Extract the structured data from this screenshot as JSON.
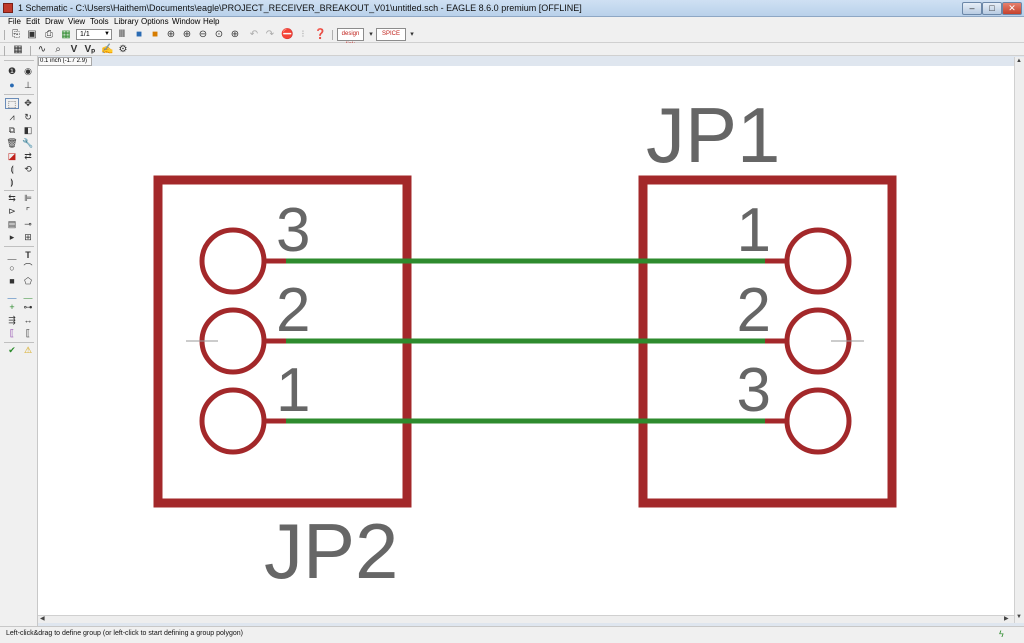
{
  "window": {
    "title": "1 Schematic - C:\\Users\\Haithem\\Documents\\eagle\\PROJECT_RECEIVER_BREAKOUT_V01\\untitled.sch - EAGLE 8.6.0 premium [OFFLINE]",
    "minimize_glyph": "–",
    "maximize_glyph": "□",
    "close_glyph": "✕"
  },
  "menu": [
    "File",
    "Edit",
    "Draw",
    "View",
    "Tools",
    "Library",
    "Options",
    "Window",
    "Help"
  ],
  "toolbar": {
    "sheet_combo": "1/1",
    "design_link_label": "design link",
    "vendor_label": "SPICE",
    "icons": [
      "open-icon",
      "save-icon",
      "print-icon",
      "board-icon",
      "sheet-icon",
      "cam-icon",
      "ulp-icon",
      "scr-icon",
      "zoom-fit-icon",
      "zoom-in-icon",
      "zoom-out-icon",
      "zoom-redraw-icon",
      "zoom-select-icon",
      "undo-icon",
      "redo-icon",
      "stop-icon",
      "go-icon",
      "help-icon"
    ]
  },
  "toolbar2": {
    "icons": [
      "grid-icon",
      "layer-icon",
      "info-icon",
      "value-icon",
      "pin-swap-icon",
      "gear-icon"
    ]
  },
  "coord_display": "0.1 inch (-1.7 2.9)",
  "schematic": {
    "parts": [
      {
        "name": "JP2",
        "pins": [
          "3",
          "2",
          "1"
        ]
      },
      {
        "name": "JP1",
        "pins": [
          "1",
          "2",
          "3"
        ]
      }
    ],
    "colors": {
      "symbol": "#a3282a",
      "net": "#2e8b2e",
      "text": "#666666",
      "background": "#ffffff"
    },
    "nets": 3
  },
  "status": {
    "message": "Left-click&drag to define group (or left-click to start defining a group polygon)",
    "icon": "lightning-icon"
  }
}
